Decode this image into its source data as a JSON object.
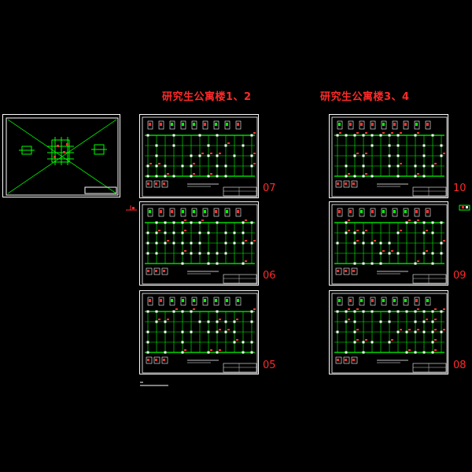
{
  "groups": [
    {
      "title": "研究生公寓楼1、2",
      "sheets": [
        "07",
        "06",
        "05"
      ]
    },
    {
      "title": "研究生公寓楼3、4",
      "sheets": [
        "10",
        "09",
        "08"
      ]
    }
  ],
  "colors": {
    "background": "#000000",
    "frame": "#ffffff",
    "grid": "#00ff00",
    "annotation": "#ff2a2a",
    "detail": "#ffffff"
  }
}
